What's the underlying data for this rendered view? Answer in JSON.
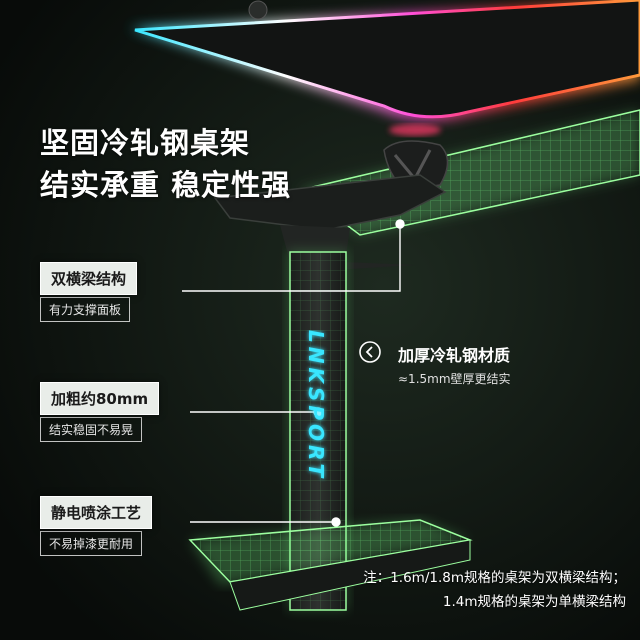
{
  "headline": {
    "line1": "坚固冷轧钢桌架",
    "line2": "结实承重 稳定性强"
  },
  "callouts": [
    {
      "title": "双横梁结构",
      "subtitle": "有力支撑面板"
    },
    {
      "title": "加粗约80mm",
      "subtitle": "结实稳固不易晃"
    },
    {
      "title": "静电喷涂工艺",
      "subtitle": "不易掉漆更耐用"
    }
  ],
  "material": {
    "title": "加厚冷轧钢材质",
    "subtitle": "≈1.5mm壁厚更结实",
    "icon": "arrow-left-circle-icon"
  },
  "note": {
    "line1": "注：1.6m/1.8m规格的桌架为双横梁结构；",
    "line2": "1.4m规格的桌架为单横梁结构"
  },
  "logo_text": "LNKSPORT",
  "colors": {
    "background": "#0b0f0c",
    "glow_green": "#7dff8a",
    "rgb_pink": "#ff3b6b",
    "rgb_cyan": "#39e6ff",
    "tag_bg": "#e9ede9"
  }
}
